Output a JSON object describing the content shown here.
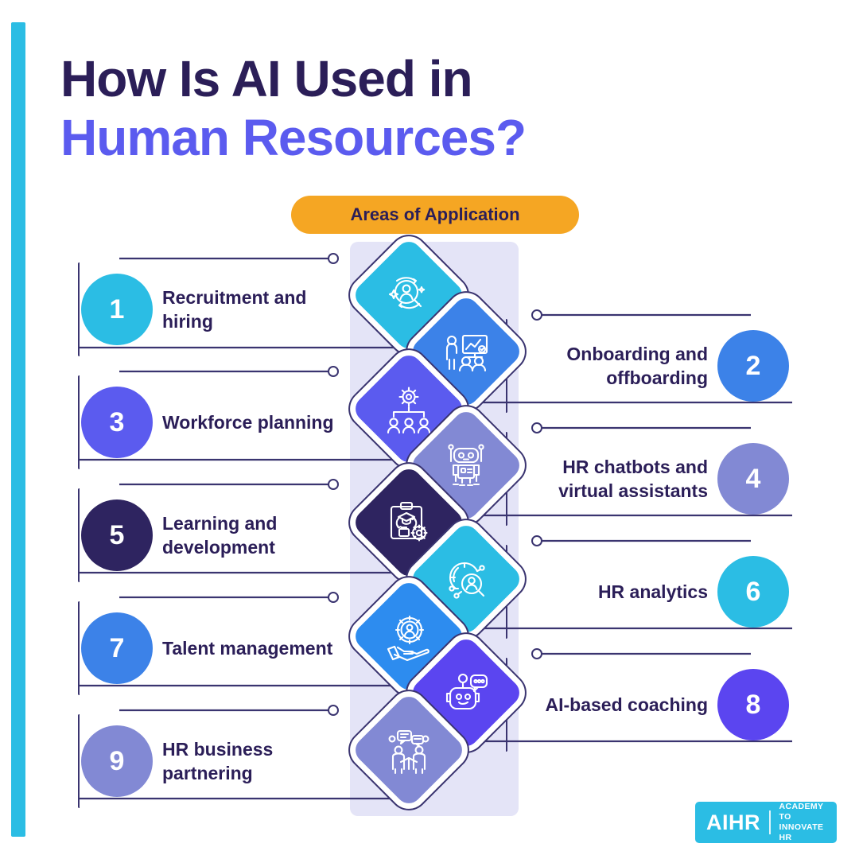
{
  "brand": {
    "accent_bar_color": "#2BBDE4",
    "logo_main": "AIHR",
    "logo_sub_line1": "ACADEMY TO",
    "logo_sub_line2": "INNOVATE HR",
    "logo_bg": "#2BBDE4"
  },
  "header": {
    "title_line1": "How Is AI Used in",
    "title_line2": "Human Resources?",
    "title_color_1": "#2B1E58",
    "title_color_2": "#5B5BEF"
  },
  "badge": {
    "label": "Areas of Application",
    "bg": "#F5A623",
    "text_color": "#2B1E58"
  },
  "panel": {
    "bg": "#E4E4F7"
  },
  "items": [
    {
      "number": "1",
      "label": "Recruitment and hiring",
      "side": "left",
      "circle_color": "#2BBDE4",
      "diamond_color": "#2BBDE4",
      "icon": "candidate-search-icon"
    },
    {
      "number": "2",
      "label": "Onboarding and offboarding",
      "side": "right",
      "circle_color": "#3C82E8",
      "diamond_color": "#3C82E8",
      "icon": "training-presentation-icon"
    },
    {
      "number": "3",
      "label": "Workforce planning",
      "side": "left",
      "circle_color": "#5B5BEF",
      "diamond_color": "#5B5BEF",
      "icon": "team-gear-icon"
    },
    {
      "number": "4",
      "label": "HR chatbots and virtual assistants",
      "side": "right",
      "circle_color": "#8289D4",
      "diamond_color": "#8289D4",
      "icon": "robot-icon"
    },
    {
      "number": "5",
      "label": "Learning and development",
      "side": "left",
      "circle_color": "#2E2460",
      "diamond_color": "#2E2460",
      "icon": "learning-clipboard-icon"
    },
    {
      "number": "6",
      "label": "HR analytics",
      "side": "right",
      "circle_color": "#2BBDE4",
      "diamond_color": "#2BBDE4",
      "icon": "analytics-network-icon"
    },
    {
      "number": "7",
      "label": "Talent management",
      "side": "left",
      "circle_color": "#3C82E8",
      "diamond_color": "#2D8CEF",
      "icon": "talent-hand-gear-icon"
    },
    {
      "number": "8",
      "label": "AI-based coaching",
      "side": "right",
      "circle_color": "#5B45F0",
      "diamond_color": "#5B45F0",
      "icon": "chatbot-coach-icon"
    },
    {
      "number": "9",
      "label": "HR business partnering",
      "side": "left",
      "circle_color": "#8289D4",
      "diamond_color": "#8289D4",
      "icon": "meeting-discussion-icon"
    }
  ]
}
